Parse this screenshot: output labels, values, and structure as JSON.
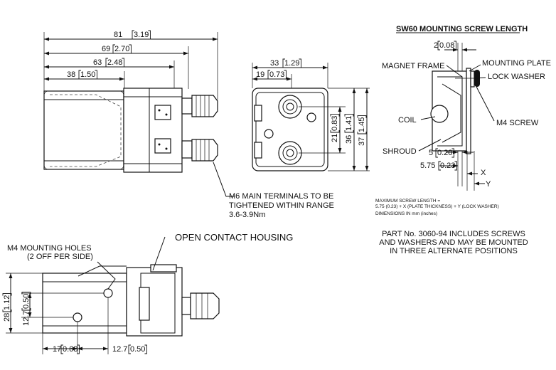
{
  "top_view": {
    "dim_81": "81",
    "dim_81_in": "3.19",
    "dim_69": "69",
    "dim_69_in": "2.70",
    "dim_63": "63",
    "dim_63_in": "2.48",
    "dim_38": "38",
    "dim_38_in": "1.50",
    "terminal_note_1": "M6 MAIN TERMINALS TO BE",
    "terminal_note_2": "TIGHTENED WITHIN RANGE",
    "terminal_note_3": "3.6-3.9Nm"
  },
  "end_view": {
    "dim_33": "33",
    "dim_33_in": "1.29",
    "dim_19": "19",
    "dim_19_in": "0.73",
    "dim_21": "21",
    "dim_21_in": "0.83",
    "dim_36": "36",
    "dim_36_in": "1.41",
    "dim_37": "37",
    "dim_37_in": "1.45"
  },
  "screw_detail": {
    "title": "SW60 MOUNTING SCREW LENGTH",
    "dim_2": "2",
    "dim_2_in": "0.08",
    "magnet_frame": "MAGNET FRAME",
    "mounting_plate": "MOUNTING PLATE",
    "lock_washer": "LOCK WASHER",
    "coil": "COIL",
    "m4_screw": "M4 SCREW",
    "shroud": "SHROUD",
    "dim_5": "5",
    "dim_5_in": "0.20",
    "dim_575": "5.75",
    "dim_575_in": "0.23",
    "x_label": "X",
    "y_label": "Y",
    "max_1": "MAXIMUM SCREW LENGTH =",
    "max_2": "5.75 (0.23) + X (PLATE THICKNESS) + Y (LOCK WASHER)",
    "units": "DIMENSIONS IN mm (inches)"
  },
  "part_note": {
    "line1": "PART No. 3060-94 INCLUDES SCREWS",
    "line2": "AND WASHERS AND MAY BE MOUNTED",
    "line3": "IN THREE ALTERNATE POSITIONS"
  },
  "side_view": {
    "holes_1": "M4 MOUNTING HOLES",
    "holes_2": "(2 OFF PER SIDE)",
    "open_housing": "OPEN  CONTACT HOUSING",
    "dim_28": "28",
    "dim_28_in": "1.12",
    "dim_127v": "12.7",
    "dim_127v_in": "0.50",
    "dim_17": "17",
    "dim_17_in": "0.68",
    "dim_127h": "12.7",
    "dim_127h_in": "0.50"
  }
}
